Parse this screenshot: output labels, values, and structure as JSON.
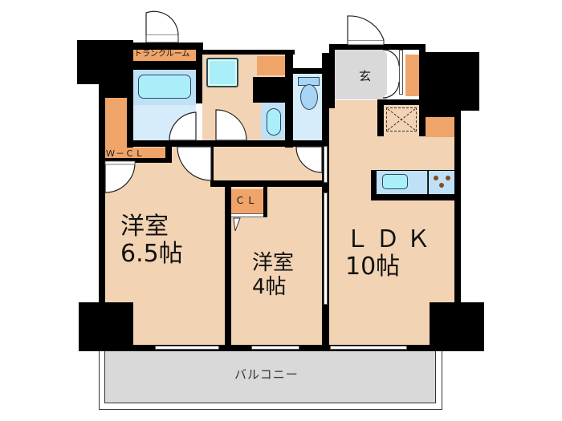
{
  "floor_plan": {
    "rooms": {
      "western_room_1": {
        "name": "洋室",
        "size": "6.5帖"
      },
      "western_room_2": {
        "name": "洋室",
        "size": "4帖"
      },
      "ldk": {
        "name": "ＬＤＫ",
        "size": "10帖"
      },
      "walk_in_closet": {
        "name": "Ｗ－ＣＬ"
      },
      "closet": {
        "name": "ＣＬ"
      },
      "trunk_room": {
        "name": "トランクルーム"
      },
      "entrance": {
        "name": "玄"
      },
      "balcony": {
        "name": "バルコニー"
      }
    },
    "colors": {
      "room_floor": "#f2d3b3",
      "storage": "#efa56a",
      "wet_area": "#d6ecfb",
      "entrance_balcony": "#d9d9d9",
      "walls": "#000000"
    }
  }
}
